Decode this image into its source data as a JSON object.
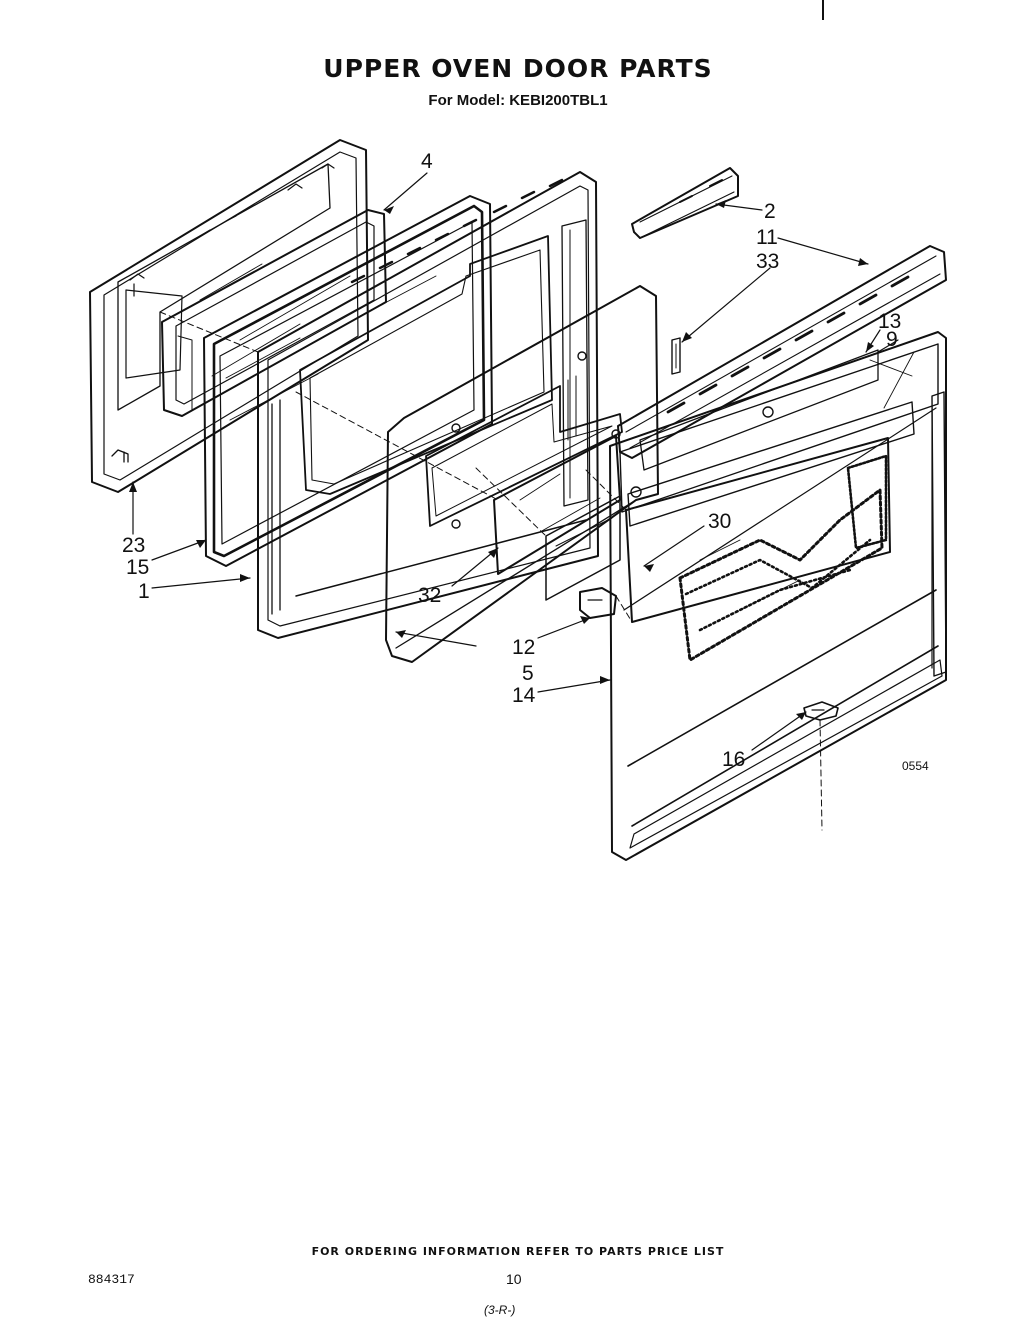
{
  "title": "UPPER OVEN DOOR PARTS",
  "subtitle": "For Model: KEBI200TBL1",
  "callouts": {
    "c1": "1",
    "c2": "2",
    "c4": "4",
    "c5": "5",
    "c9": "9",
    "c11": "11",
    "c12": "12",
    "c13": "13",
    "c14": "14",
    "c15": "15",
    "c16": "16",
    "c23": "23",
    "c30": "30",
    "c32": "32",
    "c33": "33"
  },
  "diagram_code": "0554",
  "footer": {
    "ordering": "FOR ORDERING INFORMATION REFER TO PARTS PRICE LIST",
    "part_number": "884317",
    "page": "10",
    "revision": "(3-R-)"
  },
  "colors": {
    "ink": "#111111",
    "paper": "#ffffff"
  }
}
